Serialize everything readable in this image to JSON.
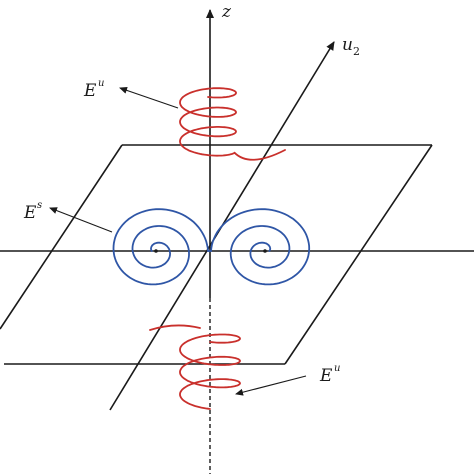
{
  "labels": {
    "z_axis": "z",
    "u2_axis": "u",
    "u2_subscript": "2",
    "unstable_upper": "E",
    "unstable_upper_sup": "u",
    "stable": "E",
    "stable_sup": "s",
    "unstable_lower": "E",
    "unstable_lower_sup": "u"
  },
  "colors": {
    "axis": "#1a1a1a",
    "plane": "#1a1a1a",
    "stable_spiral": "#2f56a6",
    "unstable_helix": "#c9302c"
  }
}
